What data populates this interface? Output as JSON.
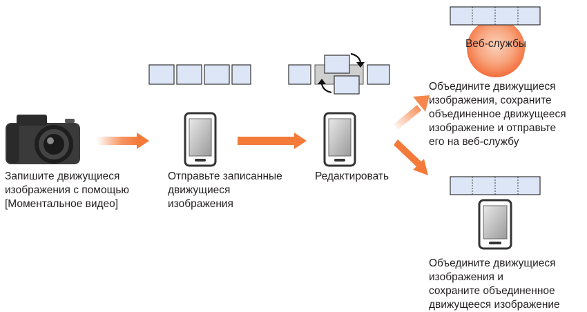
{
  "captions": {
    "record": "Запишите движущиеся\nизображения с помощью\n[Моментальное видео]",
    "send": "Отправьте записанные\nдвижущиеся\nизображения",
    "edit": "Редактировать",
    "web": "Объедините движущиеся\nизображения, сохраните\nобъединенное движущееся\nизображение и отправьте\nего на веб-службу",
    "save": "Объедините движущиеся\nизображения и\nсохраните объединенное\nдвижущееся изображение"
  },
  "web_service_label": "Веб-службы",
  "colors": {
    "arrow": "#f47a3a",
    "frame_fill": "#dde6f6",
    "frame_stroke": "#333333",
    "cloud": "#f79a6e",
    "device_screen": "#b5b5b5"
  },
  "icons": {
    "camera": "camera-icon",
    "smartphone": "smartphone-icon",
    "swap": "swap-arrows-icon",
    "cloud": "web-service-cloud-icon"
  }
}
